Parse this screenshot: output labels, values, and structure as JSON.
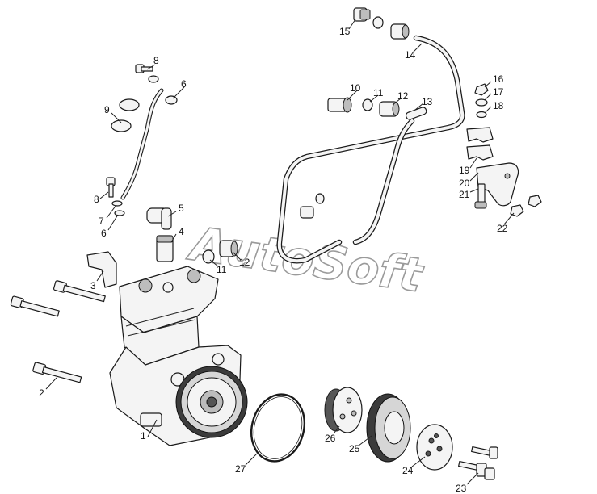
{
  "watermark": "AutoSoft",
  "callouts": [
    {
      "id": "c1",
      "text": "1"
    },
    {
      "id": "c2",
      "text": "2"
    },
    {
      "id": "c3",
      "text": "3"
    },
    {
      "id": "c4",
      "text": "4"
    },
    {
      "id": "c5",
      "text": "5"
    },
    {
      "id": "c6a",
      "text": "6"
    },
    {
      "id": "c6b",
      "text": "6"
    },
    {
      "id": "c7",
      "text": "7"
    },
    {
      "id": "c8a",
      "text": "8"
    },
    {
      "id": "c8b",
      "text": "8"
    },
    {
      "id": "c9",
      "text": "9"
    },
    {
      "id": "c10",
      "text": "10"
    },
    {
      "id": "c11a",
      "text": "11"
    },
    {
      "id": "c11b",
      "text": "11"
    },
    {
      "id": "c12a",
      "text": "12"
    },
    {
      "id": "c12b",
      "text": "12"
    },
    {
      "id": "c13",
      "text": "13"
    },
    {
      "id": "c14",
      "text": "14"
    },
    {
      "id": "c15",
      "text": "15"
    },
    {
      "id": "c16",
      "text": "16"
    },
    {
      "id": "c17",
      "text": "17"
    },
    {
      "id": "c18",
      "text": "18"
    },
    {
      "id": "c19",
      "text": "19"
    },
    {
      "id": "c20",
      "text": "20"
    },
    {
      "id": "c21",
      "text": "21"
    },
    {
      "id": "c22",
      "text": "22"
    },
    {
      "id": "c23",
      "text": "23"
    },
    {
      "id": "c24",
      "text": "24"
    },
    {
      "id": "c25",
      "text": "25"
    },
    {
      "id": "c26",
      "text": "26"
    },
    {
      "id": "c27",
      "text": "27"
    }
  ]
}
